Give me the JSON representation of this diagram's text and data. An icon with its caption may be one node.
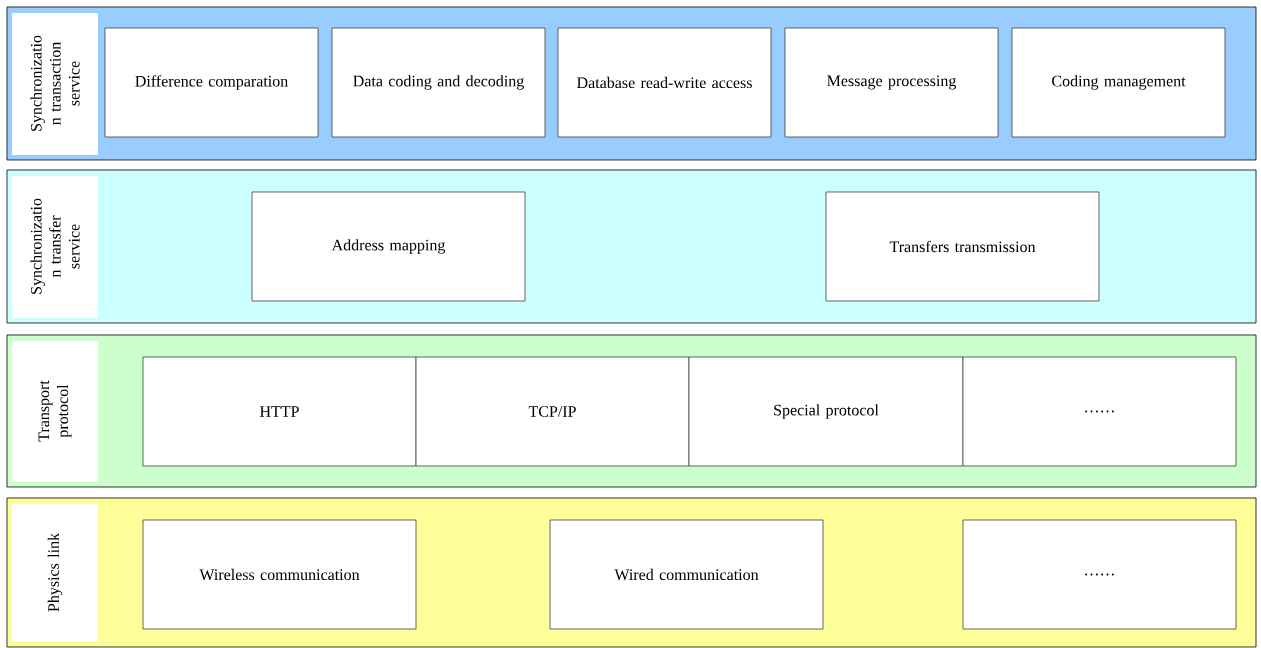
{
  "diagram": {
    "nodes": [
      {
        "text": [
          "Synchronizatio n transaction service"
        ]
      },
      {
        "text": [
          "Difference comparation"
        ],
        "in": 0
      },
      {
        "text": [
          "Data coding and decoding"
        ],
        "in": 0
      },
      {
        "text": [
          "Database read-write access"
        ],
        "in": 0
      },
      {
        "text": [
          "Message processing"
        ],
        "in": 0
      },
      {
        "text": [
          "Coding management"
        ],
        "in": 0
      },
      {
        "text": [
          "Synchronizatio n transfer service"
        ]
      },
      {
        "text": [
          "Address mapping"
        ],
        "in": 6
      },
      {
        "text": [
          "Transfers transmission"
        ],
        "in": 6
      },
      {
        "text": [
          "Transport protocol"
        ]
      },
      {
        "text": [
          "HTTP"
        ],
        "in": 9
      },
      {
        "text": [
          "TCP/IP"
        ],
        "in": 9
      },
      {
        "text": [
          "Special protocol"
        ],
        "in": 9
      },
      {
        "text": [
          "……"
        ],
        "in": 9
      },
      {
        "text": [
          "Physics link"
        ]
      },
      {
        "text": [
          "Wireless communication"
        ],
        "in": 14
      },
      {
        "text": [
          "Wired communication"
        ],
        "in": 14
      },
      {
        "text": [
          "……"
        ],
        "in": 14
      }
    ]
  }
}
